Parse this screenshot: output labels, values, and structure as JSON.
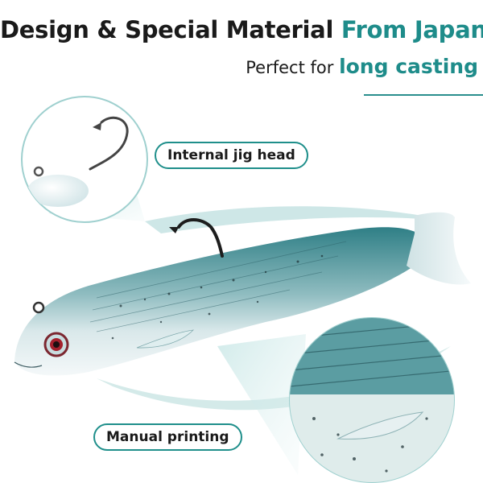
{
  "header": {
    "title_main": "Design & Special Material",
    "title_accent": "From Japan",
    "subtitle_main": "Perfect for",
    "subtitle_accent": "long casting"
  },
  "labels": {
    "jig_head": "Internal jig head",
    "printing": "Manual printing"
  },
  "colors": {
    "accent": "#1e8c8a",
    "body_teal": "#5fa3a6",
    "belly": "#eef4f5"
  }
}
